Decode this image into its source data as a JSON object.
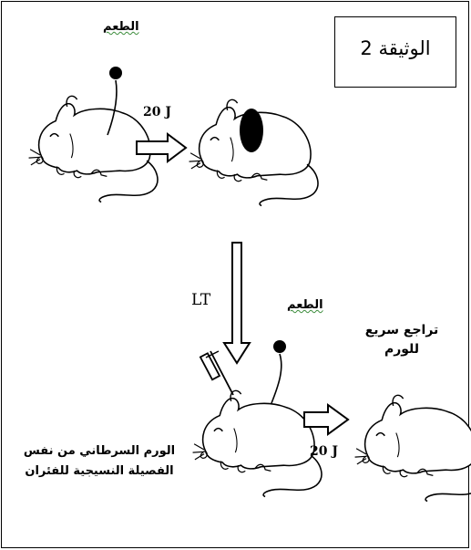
{
  "document": {
    "title": "الوثيقة 2"
  },
  "labels": {
    "vaccine_top": "الطعم",
    "vaccine_bottom": "الطعم",
    "time_top": "20 J",
    "time_bottom": "20 J",
    "lt": "LT",
    "regression": "تراجع سريع للورم",
    "tumor_source": "الورم السرطاني من نفس الفصيلة النسيجية للفئران"
  }
}
